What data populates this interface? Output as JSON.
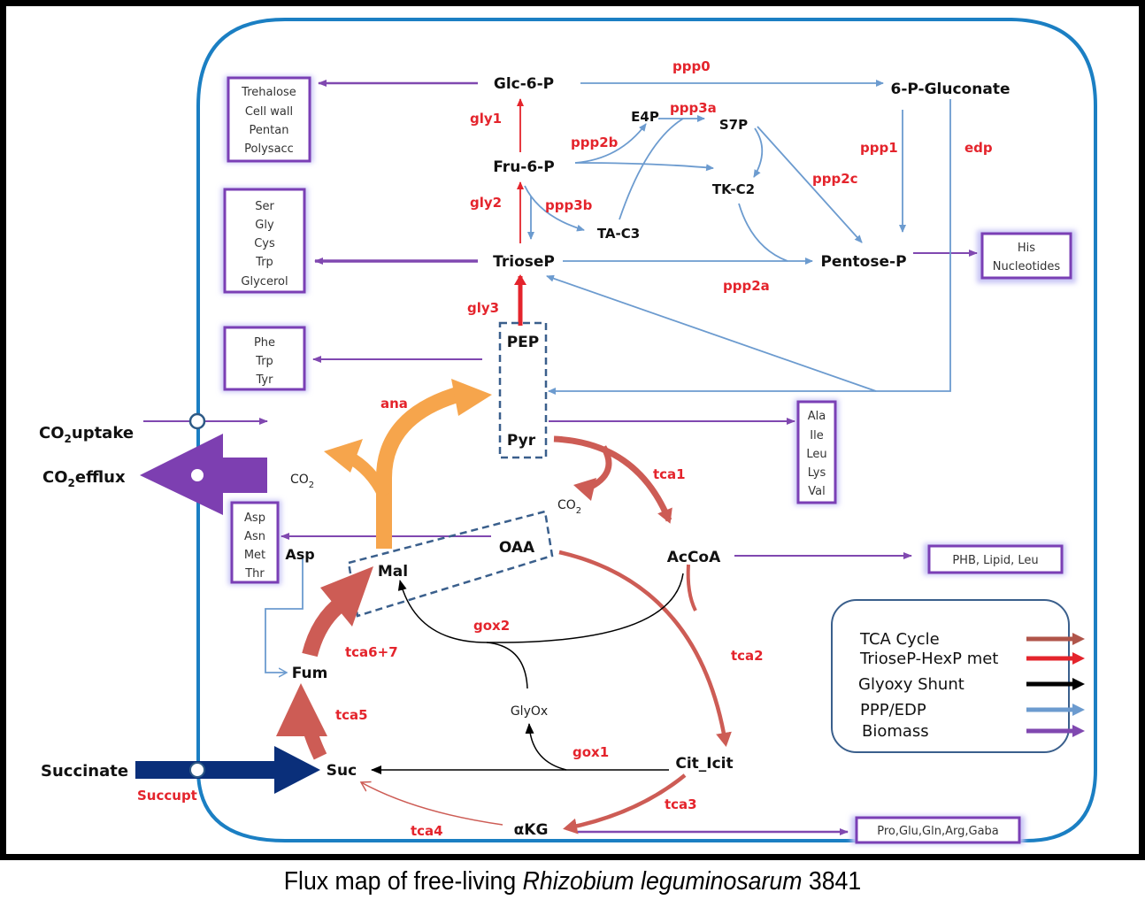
{
  "title": "Flux map of free-living Rhizobium leguminosarum 3841",
  "caption": {
    "prefix": "Flux map of free-living ",
    "organism": "Rhizobium leguminosarum",
    "strain": " 3841"
  },
  "colors": {
    "tca": "#cd5c55",
    "triose_hexp": "#e4242c",
    "glyoxy": "#000000",
    "ppp_edp": "#6c9bcf",
    "biomass": "#8048b0",
    "anaplerotic": "#f6a54c",
    "succinate_uptake": "#0a2f7a",
    "co2_efflux": "#7d3fb1",
    "membrane": "#1b7fc3",
    "reaction_label": "#e4242c"
  },
  "metabolites": {
    "glc6p": "Glc-6-P",
    "fru6p": "Fru-6-P",
    "triosep": "TrioseP",
    "pep": "PEP",
    "pyr": "Pyr",
    "gluconate6p": "6-P-Gluconate",
    "e4p": "E4P",
    "s7p": "S7P",
    "tkc2": "TK-C2",
    "tac3": "TA-C3",
    "pentosep": "Pentose-P",
    "accoa": "AcCoA",
    "oaa": "OAA",
    "mal": "Mal",
    "fum": "Fum",
    "suc": "Suc",
    "cit_icit": "Cit_Icit",
    "akg": "αKG",
    "glyox": "GlyOx",
    "asp": "Asp",
    "co2_ana": "CO",
    "co2_tca": "CO",
    "co2_sub": "2"
  },
  "external": {
    "co2_uptake": "CO",
    "co2_uptake_suffix": "uptake",
    "co2_efflux": "CO",
    "co2_efflux_suffix": "efflux",
    "co2_sub": "2",
    "succinate": "Succinate"
  },
  "reactions": {
    "gly1": "gly1",
    "gly2": "gly2",
    "gly3": "gly3",
    "ppp0": "ppp0",
    "ppp1": "ppp1",
    "ppp2a": "ppp2a",
    "ppp2b": "ppp2b",
    "ppp2c": "ppp2c",
    "ppp3a": "ppp3a",
    "ppp3b": "ppp3b",
    "edp": "edp",
    "ana": "ana",
    "tca1": "tca1",
    "tca2": "tca2",
    "tca3": "tca3",
    "tca4": "tca4",
    "tca5": "tca5",
    "tca67": "tca6+7",
    "gox1": "gox1",
    "gox2": "gox2",
    "succupt": "Succupt"
  },
  "biomass_boxes": {
    "hexose": [
      "Trehalose",
      "Cell wall",
      "Pentan",
      "Polysacc"
    ],
    "triose": [
      "Ser",
      "Gly",
      "Cys",
      "Trp",
      "Glycerol"
    ],
    "aromatic": [
      "Phe",
      "Trp",
      "Tyr"
    ],
    "pyruvate": [
      "Ala",
      "Ile",
      "Leu",
      "Lys",
      "Val"
    ],
    "oaa": [
      "Asp",
      "Asn",
      "Met",
      "Thr"
    ],
    "pentose": [
      "His",
      "Nucleotides"
    ],
    "accoa": [
      "PHB, Lipid, Leu"
    ],
    "akg": [
      "Pro,Glu,Gln,Arg,Gaba"
    ]
  },
  "legend": {
    "items": [
      {
        "label": "TCA Cycle",
        "color": "#b0554a"
      },
      {
        "label": "TrioseP-HexP met",
        "color": "#e4242c"
      },
      {
        "label": "Glyoxy Shunt",
        "color": "#000000"
      },
      {
        "label": "PPP/EDP",
        "color": "#6c9bcf"
      },
      {
        "label": "Biomass",
        "color": "#8048b0"
      }
    ]
  }
}
